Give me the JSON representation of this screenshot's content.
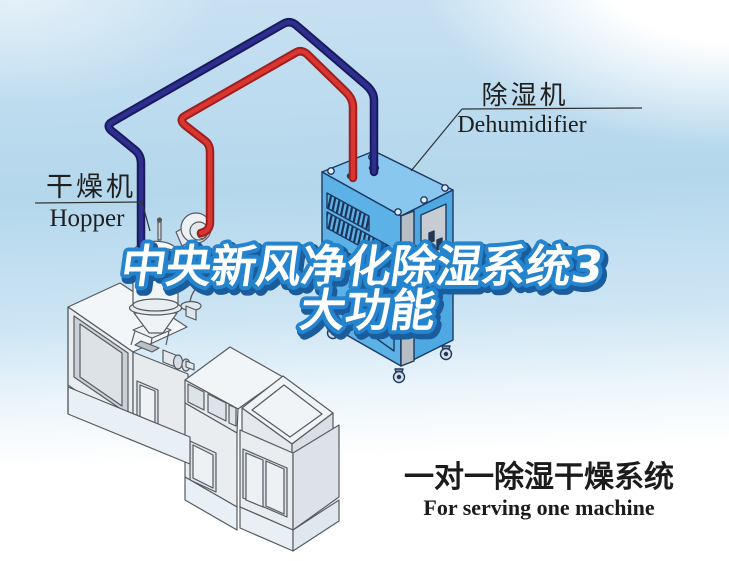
{
  "title": {
    "line1": "中央新风净化除湿系统3",
    "line2": "大功能"
  },
  "labels": {
    "dryer": {
      "zh": "干燥机",
      "en": "Hopper"
    },
    "dehumidifier": {
      "zh": "除湿机",
      "en": "Dehumidifier"
    }
  },
  "caption": {
    "zh": "一对一除湿干燥系统",
    "en": "For serving one machine"
  },
  "colors": {
    "sky": "#b4d7ec",
    "title_fill": "#ffffff",
    "title_outline": "#2484ce",
    "title_shadow": "#1a5c9c",
    "pipe_supply_red": "#d93531",
    "pipe_supply_red_edge": "#9e1f1d",
    "pipe_return_navy": "#2e2e8f",
    "pipe_return_navy_edge": "#191a5e",
    "dehumidifier_top": "#8ac7ef",
    "dehumidifier_left": "#5cb1e6",
    "dehumidifier_right": "#4ea8e2",
    "machine_body": "#e9edf0",
    "label_text": "#1f1f1f"
  }
}
